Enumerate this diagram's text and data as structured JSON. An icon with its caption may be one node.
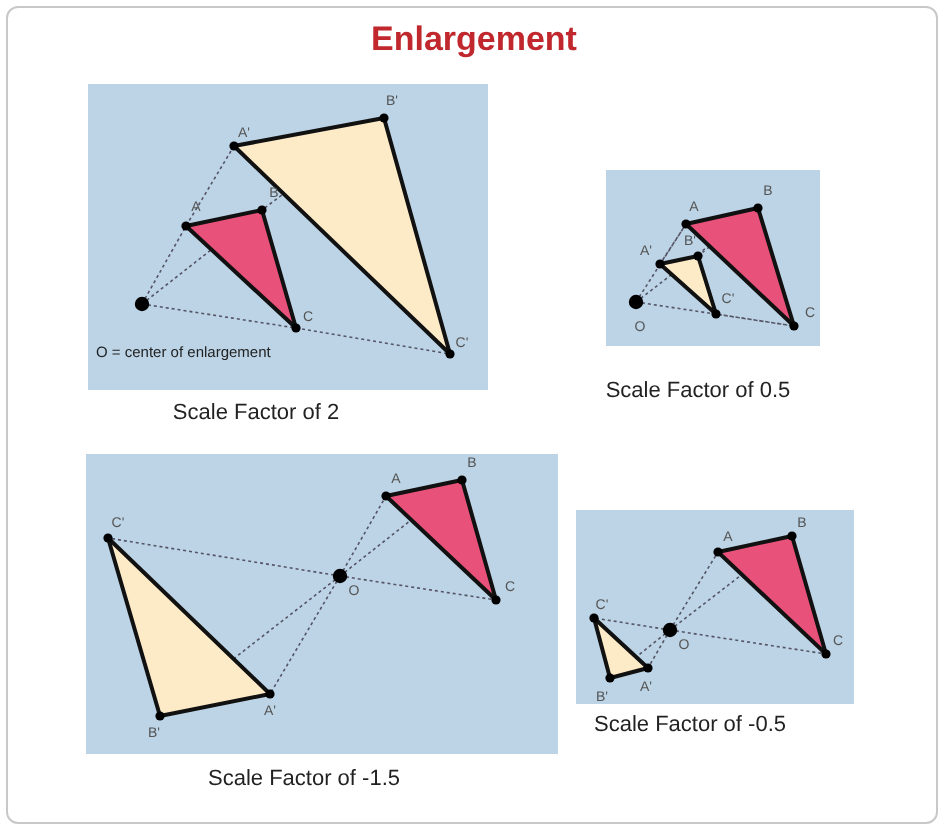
{
  "diagram": {
    "title": "Enlargement",
    "labels": [
      "B'",
      "A'",
      "B",
      "A",
      "C",
      "C'",
      "O = center of enlargement",
      "Scale Factor of 2",
      "B",
      "A",
      "B'",
      "A'",
      "C'",
      "C",
      "O",
      "Scale Factor of 0.5",
      "B",
      "A",
      "C'",
      "C",
      "O",
      "A'",
      "B'",
      "Scale Factor of -1.5",
      "B",
      "A",
      "C'",
      "C",
      "O",
      "A'",
      "B'",
      "Scale Factor of -0.5"
    ]
  }
}
